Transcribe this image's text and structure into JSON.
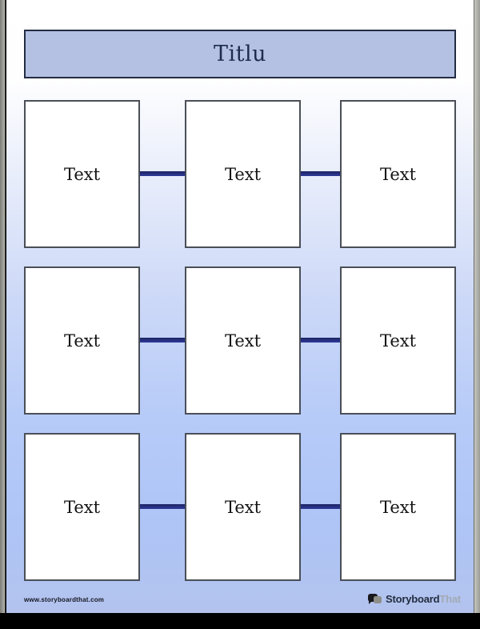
{
  "title": "Titlu",
  "grid": {
    "rows": 3,
    "cols": 3,
    "cells": [
      "Text",
      "Text",
      "Text",
      "Text",
      "Text",
      "Text",
      "Text",
      "Text",
      "Text"
    ]
  },
  "footer": {
    "website": "www.storyboardthat.com",
    "logo": {
      "icon": "speech-bubbles-icon",
      "text_primary": "Storyboard",
      "text_secondary": "That"
    }
  },
  "colors": {
    "title_bar_fill": "#b4c1e2",
    "title_text": "#1e2c4e",
    "connector": "#2c3590",
    "box_border": "#4a4f58",
    "page_gradient_top": "#ffffff",
    "page_gradient_bottom": "#b3c3ee",
    "brand_primary": "#232d3f",
    "brand_secondary": "#a3aab6"
  }
}
